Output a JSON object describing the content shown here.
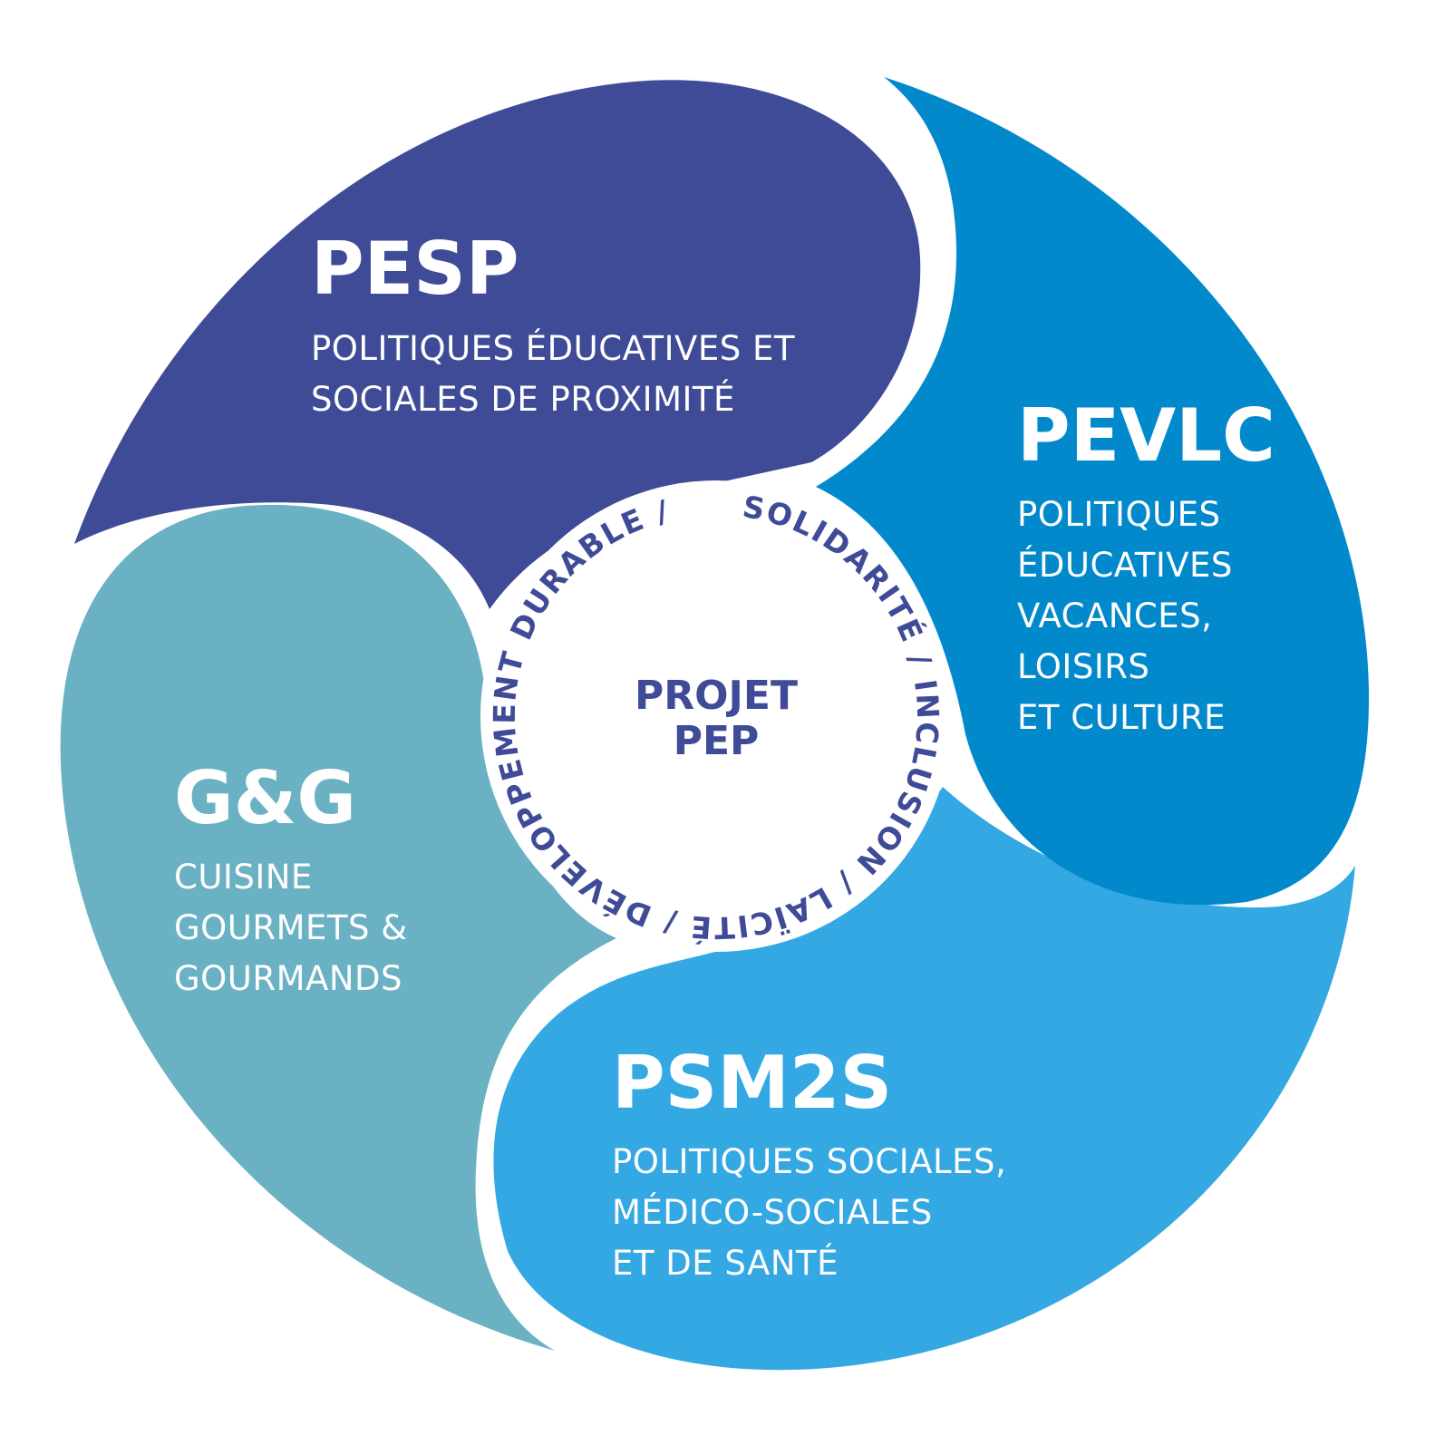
{
  "colors": {
    "pesp": "#3f4b97",
    "pevlc": "#0289cc",
    "psm2s": "#33a8e3",
    "gg": "#6ab2c3",
    "center_text": "#3f4b97"
  },
  "center": {
    "line1": "PROJET",
    "line2": "PEP"
  },
  "ring": {
    "text": "SOLIDARITÉ  /  INCLUSION  /  LAÏCITÉ  /  DÉVELOPPEMENT DURABLE  /"
  },
  "segments": {
    "pesp": {
      "title": "PESP",
      "lines": [
        "POLITIQUES ÉDUCATIVES ET",
        "SOCIALES DE PROXIMITÉ"
      ]
    },
    "pevlc": {
      "title": "PEVLC",
      "lines": [
        "POLITIQUES",
        "ÉDUCATIVES",
        "VACANCES,",
        "LOISIRS",
        "ET CULTURE"
      ]
    },
    "psm2s": {
      "title": "PSM2S",
      "lines": [
        "POLITIQUES SOCIALES,",
        "MÉDICO-SOCIALES",
        "ET DE SANTÉ"
      ]
    },
    "gg": {
      "title": "G&G",
      "lines": [
        "CUISINE",
        "GOURMETS &",
        "GOURMANDS"
      ]
    }
  }
}
